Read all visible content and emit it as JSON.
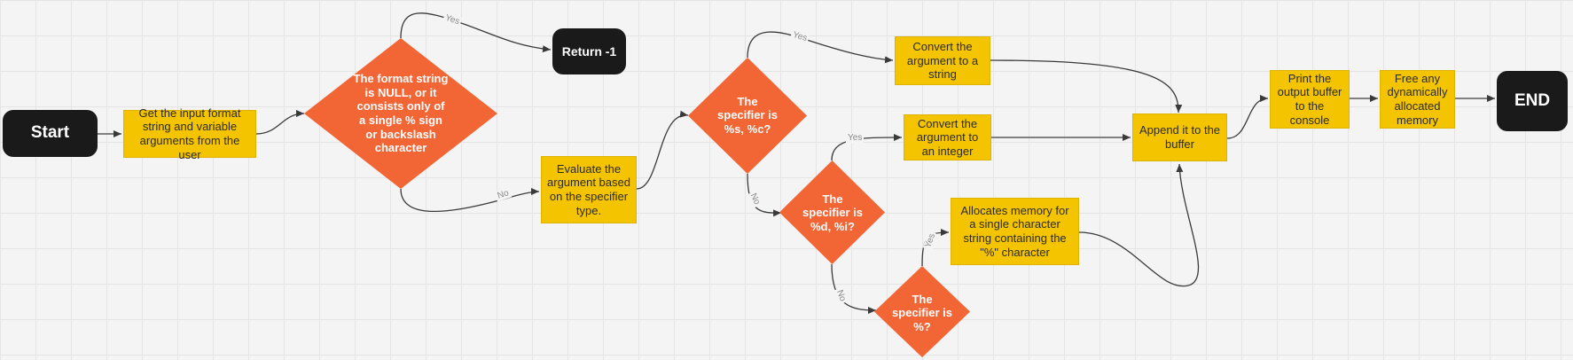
{
  "nodes": {
    "start": "Start",
    "get_input": "Get the input format string and variable arguments from the user",
    "check_null": "The format string is NULL, or it consists only of a single % sign or backslash character",
    "return_neg": "Return -1",
    "evaluate": "Evaluate the argument based on the specifier type.",
    "check_s_c": "The specifier is %s, %c?",
    "convert_string": "Convert the argument to a string",
    "check_d_i": "The specifier is %d, %i?",
    "convert_int": "Convert the argument to an integer",
    "check_percent": "The specifier is %?",
    "alloc_percent": "Allocates memory for a single character string containing the \"%\" character",
    "append": "Append it to the buffer",
    "print_buffer": "Print the output buffer to the console",
    "free_memory": "Free any dynamically allocated memory",
    "end": "END"
  },
  "edge_labels": {
    "null_yes": "Yes",
    "null_no": "No",
    "sc_yes": "Yes",
    "sc_no": "No",
    "di_yes": "Yes",
    "di_no": "No",
    "pct_yes": "Yes"
  },
  "colors": {
    "terminal": "#1a1a1a",
    "process": "#f5c400",
    "decision": "#f26535",
    "connector": "#3a3a3a"
  }
}
